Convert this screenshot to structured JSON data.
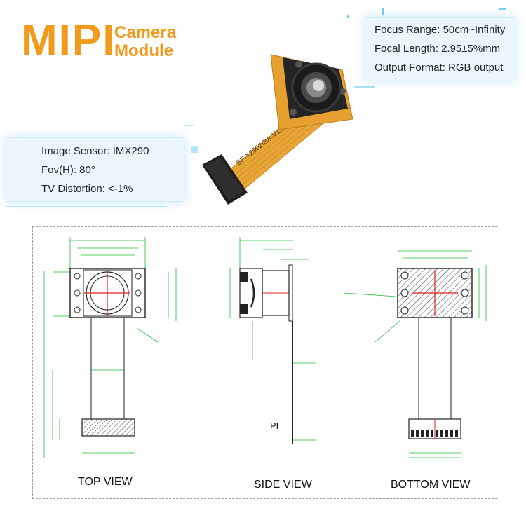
{
  "title": {
    "main": "MIPI",
    "line1": "Camera",
    "line2": "Module"
  },
  "specs_right": [
    {
      "label": "Focus Range",
      "value": "50cm~Infinity"
    },
    {
      "label": "Focal Length",
      "value": "2.95±5%mm"
    },
    {
      "label": "Output Format",
      "value": "RGB output"
    }
  ],
  "specs_left": [
    {
      "label": "Image Sensor",
      "value": "IMX290"
    },
    {
      "label": "Fov(H)",
      "value": "80°"
    },
    {
      "label": "TV Distortion",
      "value": "<-1%"
    }
  ],
  "flex_cable_marking": "SF-X2902IBA-V1.0",
  "views": {
    "top": "TOP VIEW",
    "side": "SIDE VIEW",
    "bottom": "BOTTOM VIEW"
  },
  "side_view_marker": "PI",
  "colors": {
    "title": "#f19a1c",
    "dimension_lines": "#22bb33",
    "center_mark": "#e02020",
    "flex_cable": "#e8a634",
    "spec_box_bg": "#eaf6fb"
  }
}
